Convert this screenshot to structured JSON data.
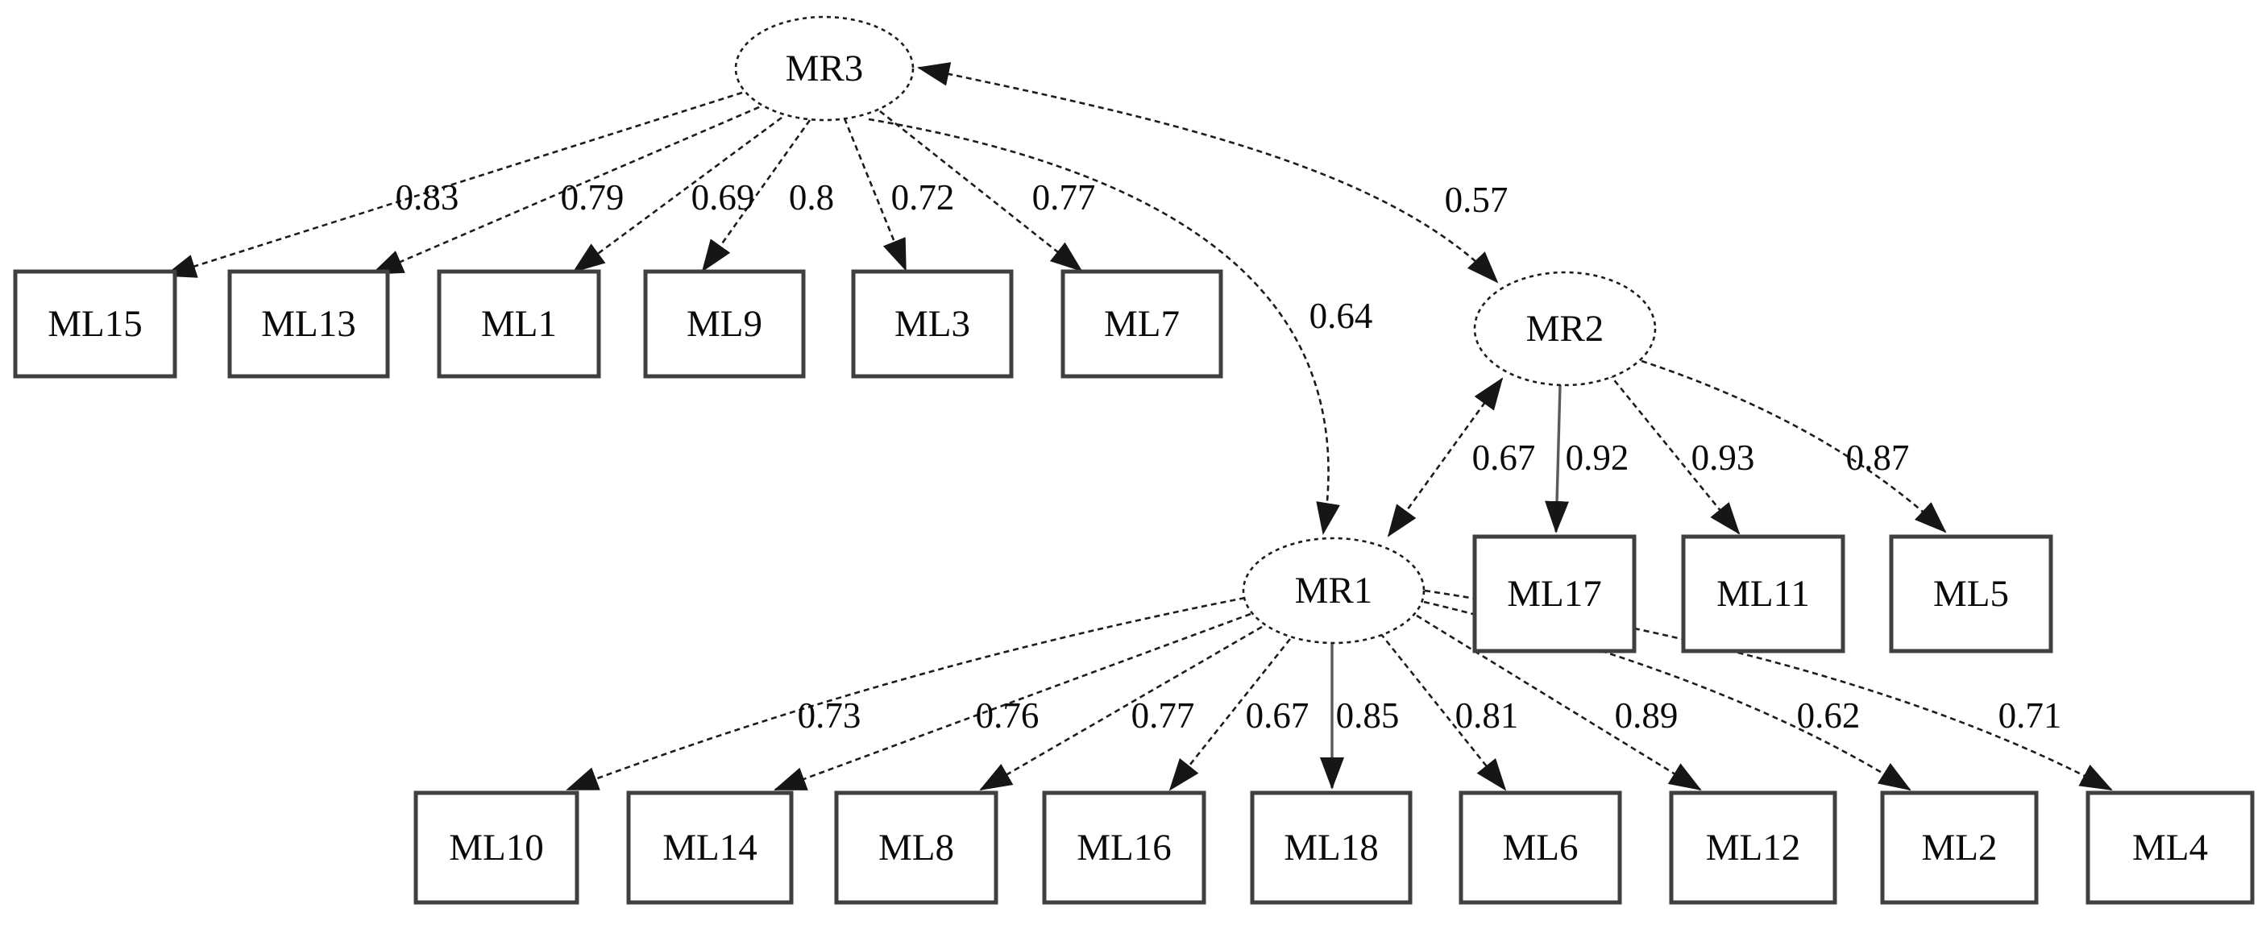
{
  "diagram": {
    "type": "factor-analysis-path-diagram",
    "background": "#ffffff",
    "line_color": "#1c1c1c",
    "nodes": [
      {
        "id": "MR3",
        "label": "MR3",
        "shape": "ellipse"
      },
      {
        "id": "MR2",
        "label": "MR2",
        "shape": "ellipse"
      },
      {
        "id": "MR1",
        "label": "MR1",
        "shape": "ellipse"
      },
      {
        "id": "ML15",
        "label": "ML15",
        "shape": "rect"
      },
      {
        "id": "ML13",
        "label": "ML13",
        "shape": "rect"
      },
      {
        "id": "ML1",
        "label": "ML1",
        "shape": "rect"
      },
      {
        "id": "ML9",
        "label": "ML9",
        "shape": "rect"
      },
      {
        "id": "ML3",
        "label": "ML3",
        "shape": "rect"
      },
      {
        "id": "ML7",
        "label": "ML7",
        "shape": "rect"
      },
      {
        "id": "ML17",
        "label": "ML17",
        "shape": "rect"
      },
      {
        "id": "ML11",
        "label": "ML11",
        "shape": "rect"
      },
      {
        "id": "ML5",
        "label": "ML5",
        "shape": "rect"
      },
      {
        "id": "ML10",
        "label": "ML10",
        "shape": "rect"
      },
      {
        "id": "ML14",
        "label": "ML14",
        "shape": "rect"
      },
      {
        "id": "ML8",
        "label": "ML8",
        "shape": "rect"
      },
      {
        "id": "ML16",
        "label": "ML16",
        "shape": "rect"
      },
      {
        "id": "ML18",
        "label": "ML18",
        "shape": "rect"
      },
      {
        "id": "ML6",
        "label": "ML6",
        "shape": "rect"
      },
      {
        "id": "ML12",
        "label": "ML12",
        "shape": "rect"
      },
      {
        "id": "ML2",
        "label": "ML2",
        "shape": "rect"
      },
      {
        "id": "ML4",
        "label": "ML4",
        "shape": "rect"
      }
    ],
    "edges": [
      {
        "id": "MR3-ML15",
        "from": "MR3",
        "to": "ML15",
        "value": "0.83",
        "kind": "loading"
      },
      {
        "id": "MR3-ML13",
        "from": "MR3",
        "to": "ML13",
        "value": "0.79",
        "kind": "loading"
      },
      {
        "id": "MR3-ML1",
        "from": "MR3",
        "to": "ML1",
        "value": "0.69",
        "kind": "loading"
      },
      {
        "id": "MR3-ML9",
        "from": "MR3",
        "to": "ML9",
        "value": "0.8",
        "kind": "loading"
      },
      {
        "id": "MR3-ML3",
        "from": "MR3",
        "to": "ML3",
        "value": "0.72",
        "kind": "loading"
      },
      {
        "id": "MR3-ML7",
        "from": "MR3",
        "to": "ML7",
        "value": "0.77",
        "kind": "loading"
      },
      {
        "id": "MR3-MR2",
        "from": "MR3",
        "to": "MR2",
        "value": "0.57",
        "kind": "correlation"
      },
      {
        "id": "MR3-MR1",
        "from": "MR3",
        "to": "MR1",
        "value": "0.64",
        "kind": "correlation"
      },
      {
        "id": "MR2-MR1",
        "from": "MR2",
        "to": "MR1",
        "value": "0.67",
        "kind": "correlation"
      },
      {
        "id": "MR2-ML17",
        "from": "MR2",
        "to": "ML17",
        "value": "0.92",
        "kind": "loading"
      },
      {
        "id": "MR2-ML11",
        "from": "MR2",
        "to": "ML11",
        "value": "0.93",
        "kind": "loading"
      },
      {
        "id": "MR2-ML5",
        "from": "MR2",
        "to": "ML5",
        "value": "0.87",
        "kind": "loading"
      },
      {
        "id": "MR1-ML10",
        "from": "MR1",
        "to": "ML10",
        "value": "0.73",
        "kind": "loading"
      },
      {
        "id": "MR1-ML14",
        "from": "MR1",
        "to": "ML14",
        "value": "0.76",
        "kind": "loading"
      },
      {
        "id": "MR1-ML8",
        "from": "MR1",
        "to": "ML8",
        "value": "0.77",
        "kind": "loading"
      },
      {
        "id": "MR1-ML16",
        "from": "MR1",
        "to": "ML16",
        "value": "0.67",
        "kind": "loading"
      },
      {
        "id": "MR1-ML18",
        "from": "MR1",
        "to": "ML18",
        "value": "0.85",
        "kind": "loading"
      },
      {
        "id": "MR1-ML6",
        "from": "MR1",
        "to": "ML6",
        "value": "0.81",
        "kind": "loading"
      },
      {
        "id": "MR1-ML12",
        "from": "MR1",
        "to": "ML12",
        "value": "0.89",
        "kind": "loading"
      },
      {
        "id": "MR1-ML2",
        "from": "MR1",
        "to": "ML2",
        "value": "0.62",
        "kind": "loading"
      },
      {
        "id": "MR1-ML4",
        "from": "MR1",
        "to": "ML4",
        "value": "0.71",
        "kind": "loading"
      }
    ]
  }
}
